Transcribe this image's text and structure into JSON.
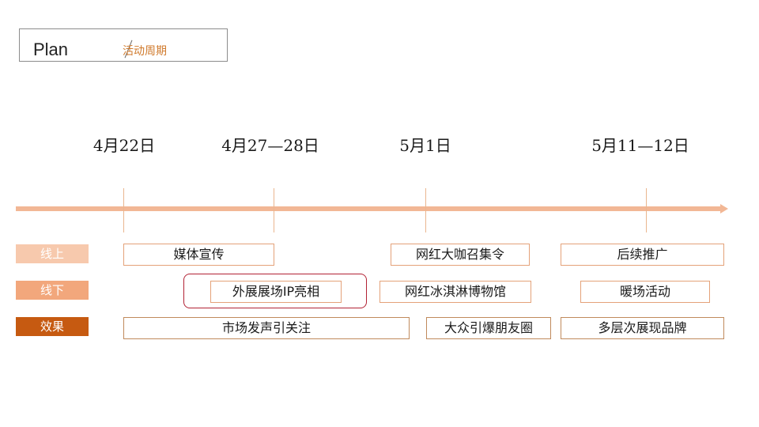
{
  "header": {
    "title": "Plan",
    "subtitle": "活动周期"
  },
  "dates": [
    "4月22日",
    "4月27—28日",
    "5月1日",
    "5月11—12日"
  ],
  "rows": {
    "online": {
      "label": "线上",
      "bars": [
        "媒体宣传",
        "网红大咖召集令",
        "后续推广"
      ]
    },
    "offline": {
      "label": "线下",
      "bars": [
        "外展展场IP亮相",
        "网红冰淇淋博物馆",
        "暖场活动"
      ]
    },
    "effect": {
      "label": "效果",
      "bars": [
        "市场发声引关注",
        "大众引爆朋友圈",
        "多层次展现品牌"
      ]
    }
  },
  "colors": {
    "accent": "#c65a11",
    "axis": "#f2b795",
    "highlight_border": "#b22234"
  }
}
